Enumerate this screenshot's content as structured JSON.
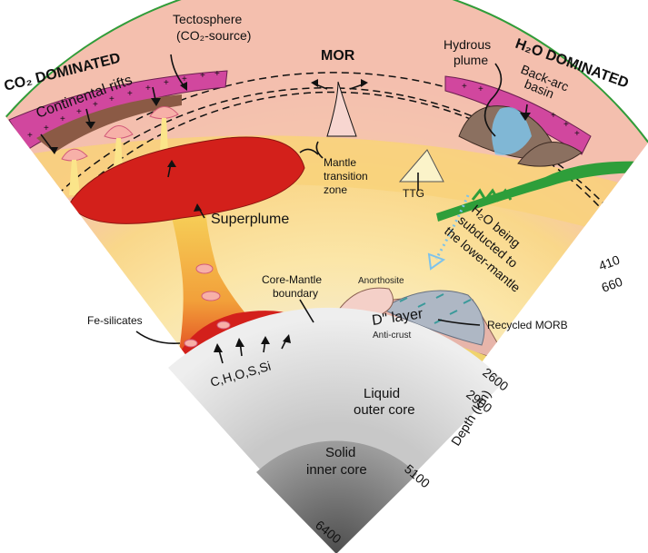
{
  "labels": {
    "co2_dominated": "CO₂ DOMINATED",
    "continental_rifts": "Continental rifts",
    "tectosphere_line1": "Tectosphere",
    "tectosphere_line2": "(CO₂-source)",
    "mor": "MOR",
    "hydrous_plume_line1": "Hydrous",
    "hydrous_plume_line2": "plume",
    "back_arc_line1": "Back-arc",
    "back_arc_line2": "basin",
    "h2o_dominated": "H₂O DOMINATED",
    "mantle_transition_line1": "Mantle",
    "mantle_transition_line2": "transition",
    "mantle_transition_line3": "zone",
    "ttg": "TTG",
    "superplume": "Superplume",
    "h2o_subducted_line1": "H₂O being",
    "h2o_subducted_line2": "subducted to",
    "h2o_subducted_line3": "the lower-mantle",
    "core_mantle_line1": "Core-Mantle",
    "core_mantle_line2": "boundary",
    "anorthosite": "Anorthosite",
    "fe_silicates": "Fe-silicates",
    "d_layer": "D\" layer",
    "anti_crust": "Anti-crust",
    "recycled_morb": "Recycled  MORB",
    "volatiles": "C,H,O,S,Si",
    "liquid_outer_core_line1": "Liquid",
    "liquid_outer_core_line2": "outer  core",
    "solid_inner_core_line1": "Solid",
    "solid_inner_core_line2": "inner core",
    "depth_axis": "Depth (km)"
  },
  "depth_ticks": [
    "410",
    "660",
    "2600",
    "2900",
    "5100",
    "6400"
  ],
  "colors": {
    "crust_green": "#2e9e3a",
    "crust_pink": "#d1479e",
    "upper_mantle": "#f4c7b0",
    "transition_zone": "#f8d98a",
    "lower_mantle": "#fbe9b8",
    "superplume_red": "#d3201b",
    "d_layer_pink": "#e6b8b0",
    "outer_core": "#dcdcdc",
    "inner_core": "#8a8a8a",
    "h2o_arrow": "#7ec3ea"
  }
}
